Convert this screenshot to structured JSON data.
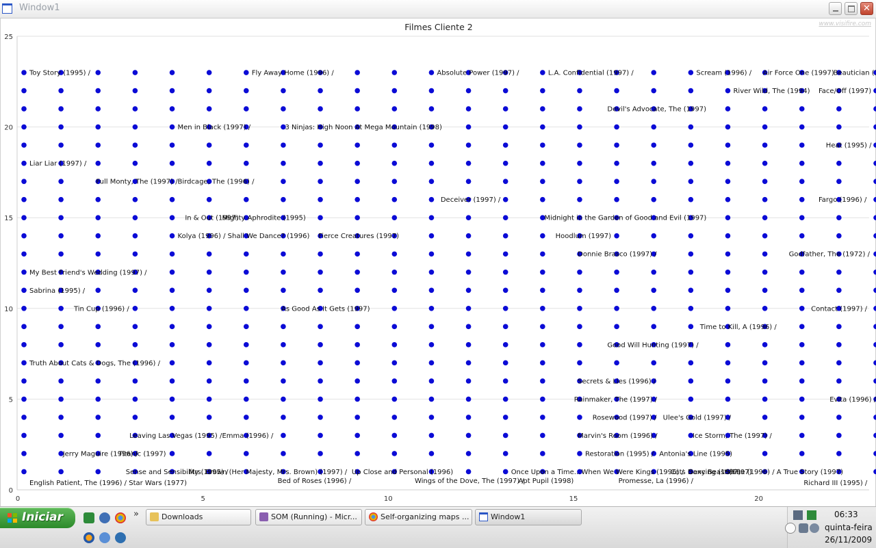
{
  "window": {
    "title": "Window1"
  },
  "chart_data": {
    "type": "scatter",
    "title": "Filmes Cliente 2",
    "watermark": "www.visifire.com",
    "xlim": [
      0,
      23
    ],
    "ylim": [
      0,
      25
    ],
    "x_ticks": [
      0,
      5,
      10,
      15,
      20
    ],
    "y_ticks": [
      0,
      5,
      10,
      15,
      20,
      25
    ],
    "grid_x": [
      0,
      1,
      2,
      3,
      4,
      5,
      6,
      7,
      8,
      9,
      10,
      11,
      12,
      13,
      14,
      15,
      16,
      17,
      18,
      19,
      20,
      21,
      22,
      23
    ],
    "grid_y": [
      1,
      2,
      3,
      4,
      5,
      6,
      7,
      8,
      9,
      10,
      11,
      12,
      13,
      14,
      15,
      16,
      17,
      18,
      19,
      20,
      21,
      22,
      23
    ],
    "point_color": "#0b0bd6",
    "labels": [
      {
        "x": 0,
        "y": 23,
        "text": "Toy Story (1995) /"
      },
      {
        "x": 6,
        "y": 23,
        "text": "Fly Away Home (1996) /"
      },
      {
        "x": 11,
        "y": 23,
        "text": "Absolute Power (1997) /"
      },
      {
        "x": 14,
        "y": 23,
        "text": "L.A. Confidential (1997) /"
      },
      {
        "x": 18,
        "y": 23,
        "text": "Scream (1996) /"
      },
      {
        "x": 19.8,
        "y": 23,
        "text": "Air Force One (1997)"
      },
      {
        "x": 21.7,
        "y": 23,
        "text": "Beautician (1997) /"
      },
      {
        "x": 19,
        "y": 22,
        "text": "River Wild, The (1994)"
      },
      {
        "x": 21.3,
        "y": 22,
        "text": "Face/Off (1997)"
      },
      {
        "x": 15.6,
        "y": 21,
        "text": "Devil's Advocate, The (1997)"
      },
      {
        "x": 4,
        "y": 20,
        "text": "Men in Black (1997) /"
      },
      {
        "x": 6.9,
        "y": 20,
        "text": "3 Ninjas: High Noon At Mega Mountain (1998)"
      },
      {
        "x": 21.5,
        "y": 19,
        "text": "Heat (1995) /"
      },
      {
        "x": 0,
        "y": 18,
        "text": "Liar Liar (1997) /"
      },
      {
        "x": 1.8,
        "y": 17,
        "text": "Full Monty, The (1997) /"
      },
      {
        "x": 4,
        "y": 17,
        "text": "Birdcage, The (1996) /"
      },
      {
        "x": 11.1,
        "y": 16,
        "text": "Deceiver (1997) /"
      },
      {
        "x": 21.3,
        "y": 16,
        "text": "Fargo (1996) /"
      },
      {
        "x": 4.2,
        "y": 15,
        "text": "In & Out (1997)"
      },
      {
        "x": 5.2,
        "y": 15,
        "text": "Mighty Aphrodite (1995)"
      },
      {
        "x": 13.9,
        "y": 15,
        "text": "Midnight in the Garden of Good and Evil (1997)"
      },
      {
        "x": 4,
        "y": 14,
        "text": "Kolya (1996) / Shall We Dance? (1996)"
      },
      {
        "x": 7.8,
        "y": 14,
        "text": "Fierce Creatures (1997)"
      },
      {
        "x": 14.2,
        "y": 14,
        "text": "Hoodlum (1997)"
      },
      {
        "x": 14.8,
        "y": 13,
        "text": "Donnie Brasco (1997) /"
      },
      {
        "x": 20.5,
        "y": 13,
        "text": "Godfather, The (1972) /"
      },
      {
        "x": 0,
        "y": 12,
        "text": "My Best Friend's Wedding (1997) /"
      },
      {
        "x": 0,
        "y": 11,
        "text": "Sabrina (1995) /"
      },
      {
        "x": 1.2,
        "y": 10,
        "text": "Tin Cup (1996) /"
      },
      {
        "x": 6.8,
        "y": 10,
        "text": "As Good As It Gets (1997)"
      },
      {
        "x": 21.1,
        "y": 10,
        "text": "Contact (1997) /"
      },
      {
        "x": 18.1,
        "y": 9,
        "text": "Time to Kill, A (1996) /"
      },
      {
        "x": 15.6,
        "y": 8,
        "text": "Good Will Hunting (1997) /"
      },
      {
        "x": 0,
        "y": 7,
        "text": "Truth About Cats & Dogs, The (1996) /"
      },
      {
        "x": 14.8,
        "y": 6,
        "text": "Secrets & Lies (1996) /"
      },
      {
        "x": 14.7,
        "y": 5,
        "text": "Rainmaker, The (1997) /"
      },
      {
        "x": 21.6,
        "y": 5,
        "text": "Evita (1996) /"
      },
      {
        "x": 15.2,
        "y": 4,
        "text": "Rosewood (1997) /"
      },
      {
        "x": 17.1,
        "y": 4,
        "text": "Ulee's Gold (1997) /"
      },
      {
        "x": 2.7,
        "y": 3,
        "text": "Leaving Las Vegas (1995) /"
      },
      {
        "x": 5.2,
        "y": 3,
        "text": "Emma (1996) /"
      },
      {
        "x": 14.8,
        "y": 3,
        "text": "Marvin's Room (1996) /"
      },
      {
        "x": 17.9,
        "y": 3,
        "text": "Ice Storm, The (1997) /"
      },
      {
        "x": 0.9,
        "y": 2,
        "text": "Jerry Maguire (1996) /"
      },
      {
        "x": 2.4,
        "y": 2,
        "text": "Titanic (1997)"
      },
      {
        "x": 15,
        "y": 2,
        "text": "Restoration (1995) /"
      },
      {
        "x": 17,
        "y": 2,
        "text": "Antonia's Line (1995)"
      },
      {
        "x": 2.6,
        "y": 1,
        "text": "Sense and Sensibility (1995) /"
      },
      {
        "x": 4.3,
        "y": 1,
        "text": "Mrs. Brown (Her Majesty, Mrs. Brown) (1997) /"
      },
      {
        "x": 8.7,
        "y": 1,
        "text": "Up Close and Personal (1996)"
      },
      {
        "x": 13,
        "y": 1,
        "text": "Once Upon a Time..."
      },
      {
        "x": 14.9,
        "y": 1,
        "text": "When We Were Kings (1996) /"
      },
      {
        "x": 17.3,
        "y": 1,
        "text": "Cats Dancing (1997)"
      },
      {
        "x": 17.8,
        "y": 1,
        "text": "Sexy Beast (1997)"
      },
      {
        "x": 18.8,
        "y": 1,
        "text": "Shine (1996) / A True Story (1997)"
      },
      {
        "x": 0,
        "y": 0.4,
        "text": "English Patient, The (1996) / Star Wars (1977)"
      },
      {
        "x": 6.7,
        "y": 0.5,
        "text": "Bed of Roses (1996) /"
      },
      {
        "x": 10.4,
        "y": 0.5,
        "text": "Wings of the Dove, The (1997) /"
      },
      {
        "x": 13.2,
        "y": 0.5,
        "text": "Apt Pupil (1998)"
      },
      {
        "x": 15.9,
        "y": 0.5,
        "text": "Promesse, La (1996) /"
      },
      {
        "x": 20.9,
        "y": 0.4,
        "text": "Richard III (1995) /"
      }
    ]
  },
  "taskbar": {
    "start_label": "Iniciar",
    "chevron": "»",
    "tasks": [
      {
        "label": "Downloads",
        "icon": "folder-icon"
      },
      {
        "label": "SOM (Running) - Micr...",
        "icon": "visual-studio-icon"
      },
      {
        "label": "Self-organizing maps ...",
        "icon": "chrome-icon"
      },
      {
        "label": "Window1",
        "icon": "window-icon"
      }
    ],
    "clock": {
      "time": "06:33",
      "day": "quinta-feira",
      "date": "26/11/2009"
    }
  }
}
